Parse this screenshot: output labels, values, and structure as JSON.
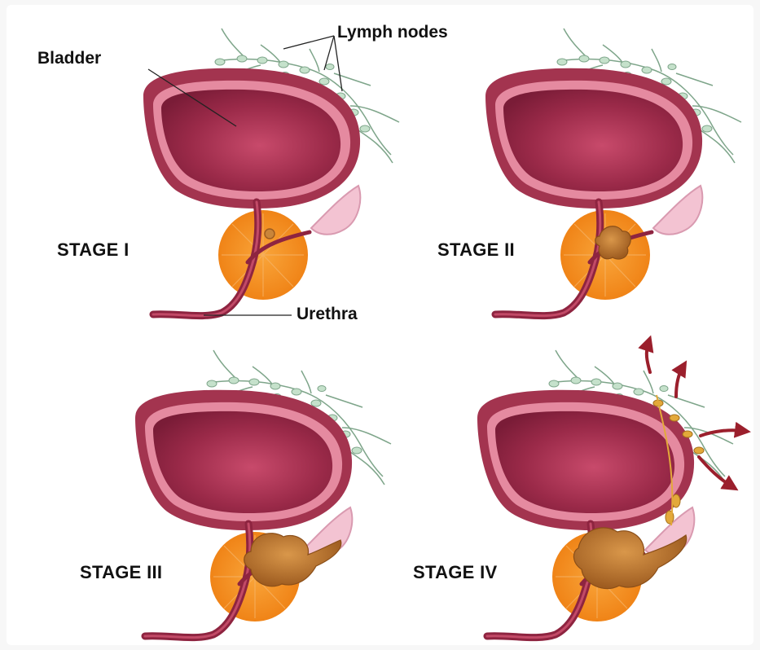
{
  "labels": {
    "bladder": "Bladder",
    "lymph_nodes": "Lymph nodes",
    "urethra": "Urethra"
  },
  "stages": [
    {
      "id": "stage-1",
      "label": "STAGE I"
    },
    {
      "id": "stage-2",
      "label": "STAGE II"
    },
    {
      "id": "stage-3",
      "label": "STAGE III"
    },
    {
      "id": "stage-4",
      "label": "STAGE IV"
    }
  ],
  "colors": {
    "bladder_outer": "#9c2f4a",
    "bladder_rim": "#e58aa0",
    "bladder_inner": "#8d2240",
    "prostate": "#f28c1a",
    "tumor": "#b9732a",
    "lymph": "#9fc7a8",
    "metastasis_arrow": "#9b1f2c",
    "seminal_vesicle": "#f3c3d2"
  }
}
